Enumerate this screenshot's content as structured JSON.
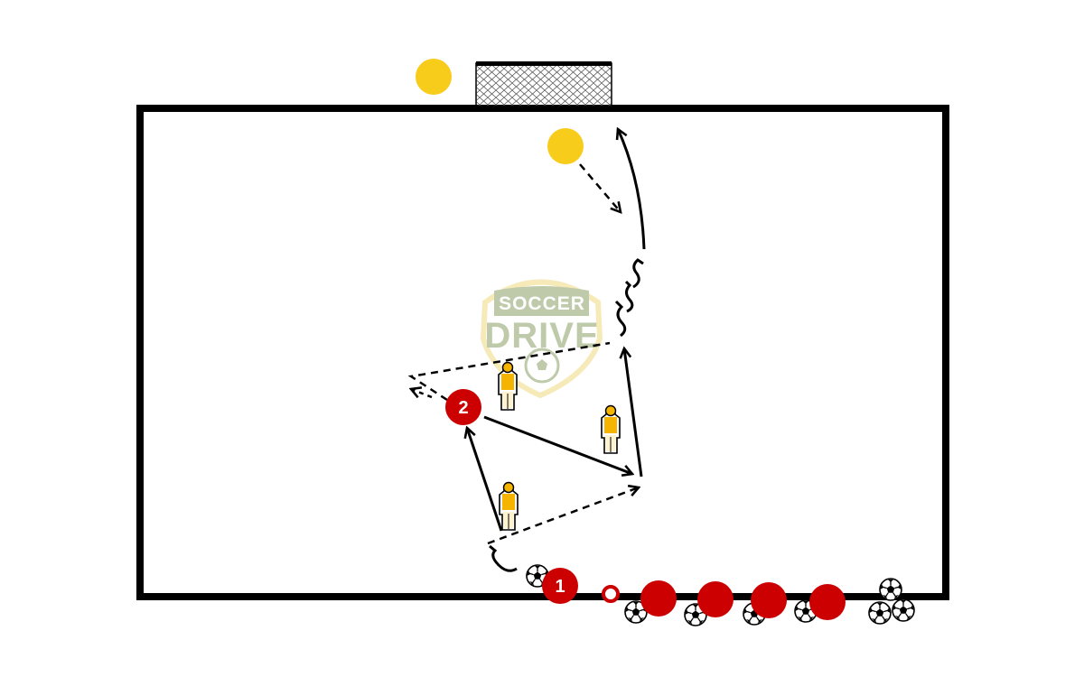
{
  "watermark": {
    "line1": "SOCCER",
    "line2": "DRIVE"
  },
  "players": [
    {
      "label": "1",
      "team": "red"
    },
    {
      "label": "2",
      "team": "red"
    }
  ],
  "colors": {
    "field_line": "#000000",
    "red_player": "#cc0000",
    "yellow_player": "#f8cc1b",
    "mannequin_body": "#f5b400",
    "watermark_green": "#a9b98e",
    "watermark_gold": "#f3e3a1"
  },
  "icons": {
    "goal": "goal-net-icon",
    "ball": "soccer-ball-icon",
    "mannequin": "mannequin-icon",
    "watermark": "soccer-drive-logo"
  }
}
